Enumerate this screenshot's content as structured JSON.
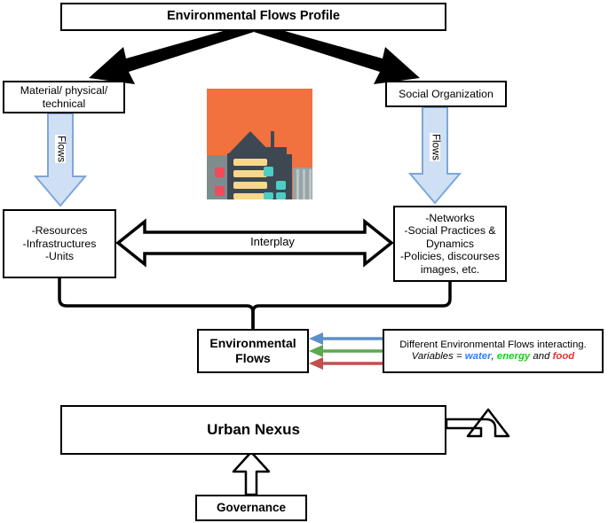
{
  "diagram": {
    "title": "Environmental Flows Profile",
    "nodes": {
      "title_box": "Environmental Flows Profile",
      "material": "Material/ physical/ technical",
      "social": "Social Organization",
      "resources": "-Resources\n-Infrastructures\n-Units",
      "networks": "-Networks\n-Social Practices & Dynamics\n-Policies, discourses images, etc.",
      "environmental_flows": "Environmental Flows",
      "urban_nexus": "Urban Nexus",
      "governance": "Governance"
    },
    "labels": {
      "flows_left": "Flows",
      "flows_right": "Flows",
      "interplay": "Interplay"
    },
    "different_box": {
      "line1": "Different Environmental Flows interacting.",
      "variables_prefix": "Variables = ",
      "water": "water",
      "sep1": ", ",
      "energy": "energy",
      "sep2": " and ",
      "food": "food"
    },
    "colors": {
      "water": "#2a7fff",
      "energy": "#19cc19",
      "food": "#e8312b",
      "arrow_blue": "#5b8fc9",
      "arrow_green": "#5aa84f",
      "arrow_red": "#c0504d",
      "flow_arrow_fill": "#cfe0f5",
      "flow_arrow_stroke": "#7da7d9",
      "outline": "#000000"
    },
    "illustration": {
      "name": "city-skyline-illustration",
      "sky": "#f1713f",
      "building": "#3d4852",
      "window_yellow": "#f7d88a",
      "window_teal": "#4ecdc4",
      "window_red": "#ef4b5c"
    }
  }
}
